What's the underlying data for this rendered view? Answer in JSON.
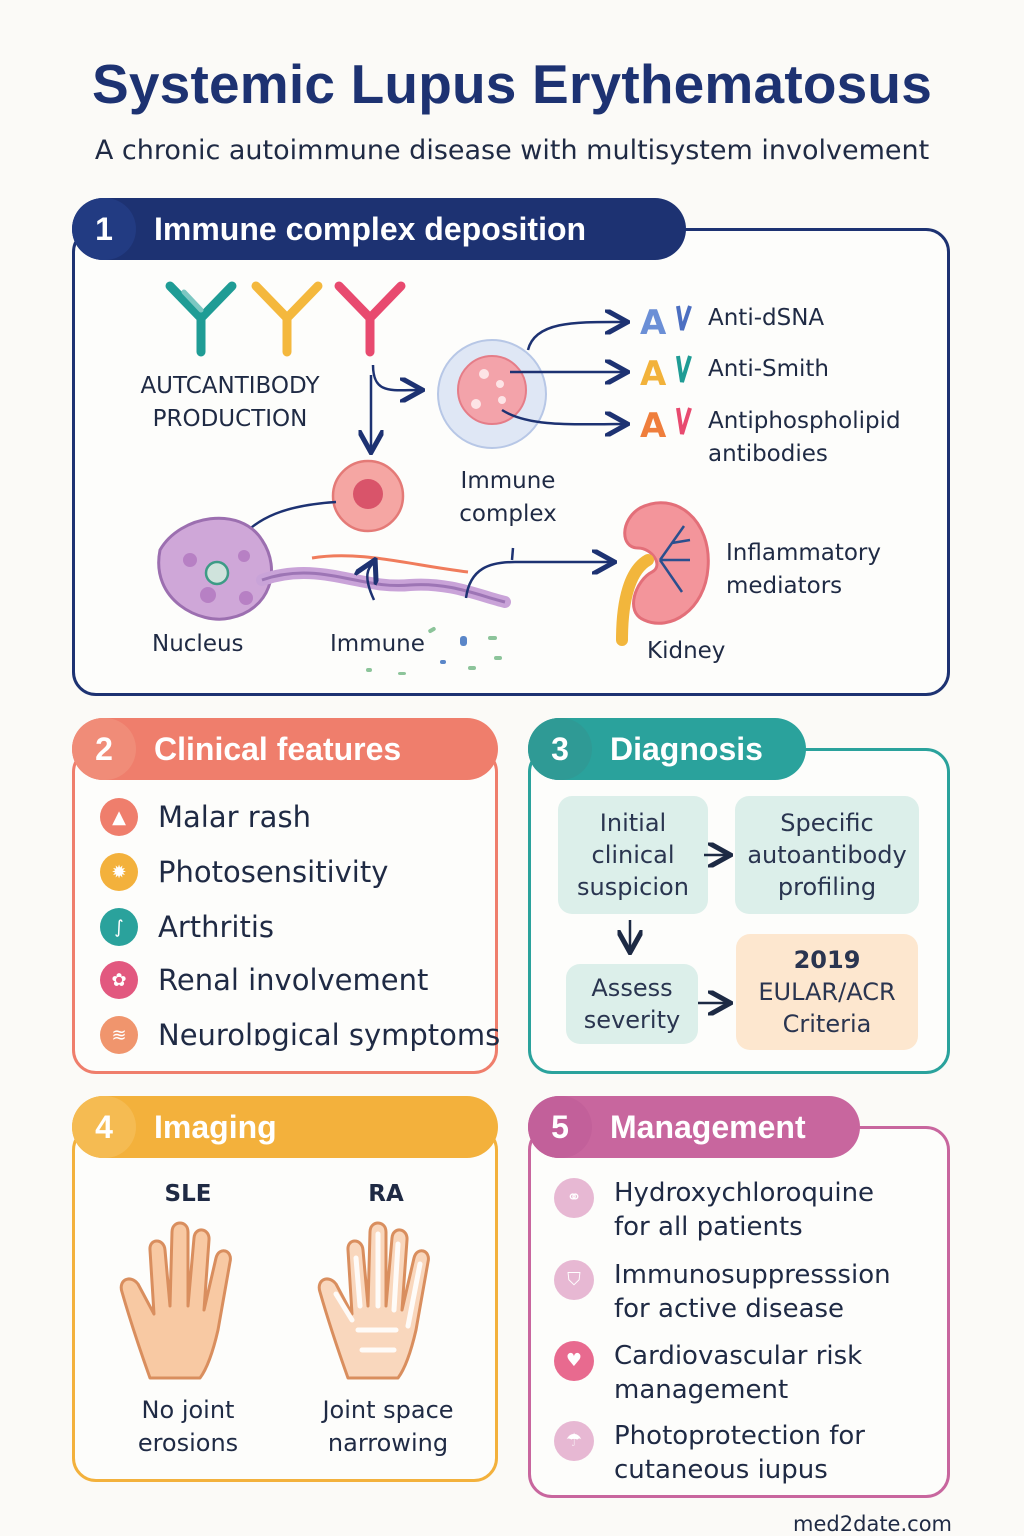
{
  "header": {
    "title": "Systemic Lupus Erythematosus",
    "subtitle": "A chronic autoimmune disease with multisystem involvement"
  },
  "section1": {
    "number": "1",
    "title": "Immune complex deposition",
    "autoantibody_label_line1": "AUTCANTIBODY",
    "autoantibody_label_line2": "PRODUCTION",
    "immune_complex_line1": "Immune",
    "immune_complex_line2": "complex",
    "antibodies": [
      {
        "line1": "Anti-dSNA",
        "line2": ""
      },
      {
        "line1": "Anti-Smith",
        "line2": ""
      },
      {
        "line1": "Antiphospholipid",
        "line2": "antibodies"
      }
    ],
    "inflammatory_line1": "Inflammatory",
    "inflammatory_line2": "mediators",
    "nucleus_label": "Nucleus",
    "immune_label": "Immune",
    "kidney_label": "Kidney"
  },
  "section2": {
    "number": "2",
    "title": "Clinical features",
    "items": [
      {
        "label": "Malar rash",
        "color": "#ef7e6c"
      },
      {
        "label": "Photosensitivity",
        "color": "#f3b13c"
      },
      {
        "label": "Arthritis",
        "color": "#2aa29c"
      },
      {
        "label": "Renal involvement",
        "color": "#e2587f"
      },
      {
        "label": "Neurolɒgical symptoms",
        "color": "#f0956d"
      }
    ]
  },
  "section3": {
    "number": "3",
    "title": "Diagnosis",
    "box1": "Initial clinical suspicion",
    "box2": "Specific autoantibody profiling",
    "box3": "Assess severity",
    "box4_line1": "2019",
    "box4_line2": "EULAR/ACR",
    "box4_line3": "Criteria"
  },
  "section4": {
    "number": "4",
    "title": "Imaging",
    "sle_label": "SLE",
    "ra_label": "RA",
    "sle_caption_line1": "No joint",
    "sle_caption_line2": "erosions",
    "ra_caption_line1": "Joint space",
    "ra_caption_line2": "narrowing"
  },
  "section5": {
    "number": "5",
    "title": "Management",
    "items": [
      {
        "line1": "Hydroxychloroquine",
        "line2": "for all patients"
      },
      {
        "line1": "Immunosuppresssion",
        "line2": "for active disease"
      },
      {
        "line1": "Cardiovascular risk",
        "line2": "management"
      },
      {
        "line1": "Photoprotection for",
        "line2": "cutaneous iupus"
      }
    ]
  },
  "footer": {
    "source": "med2date.com"
  },
  "colors": {
    "navy": "#1d3272",
    "coral": "#ef7e6c",
    "teal": "#2aa29c",
    "amber": "#f3b13c",
    "magenta": "#c8669e"
  }
}
